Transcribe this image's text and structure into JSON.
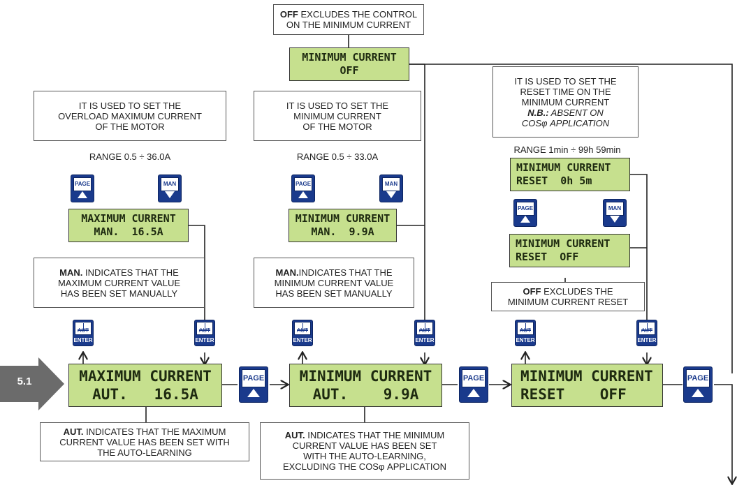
{
  "step_label": "5.1",
  "notes": {
    "off_control": {
      "bold": "OFF",
      "line1": " EXCLUDES THE CONTROL",
      "line2": "ON THE MINIMUM CURRENT"
    },
    "max_current_info": {
      "line1": "IT IS USED TO SET THE",
      "line2": "OVERLOAD MAXIMUM CURRENT",
      "line3": "OF THE MOTOR"
    },
    "min_current_info": {
      "line1": "IT IS USED TO SET THE",
      "line2": "MINIMUM CURRENT",
      "line3": "OF THE MOTOR"
    },
    "reset_time_info": {
      "line1": "IT IS USED TO SET THE",
      "line2": "RESET TIME ON THE",
      "line3": "MINIMUM CURRENT",
      "nb_bold": "N.B.:",
      "nb_rest": " ABSENT ON",
      "nb_line2": "COSφ APPLICATION"
    },
    "max_man_info": {
      "bold": "MAN.",
      "line1": " INDICATES THAT THE",
      "line2": "MAXIMUM CURRENT VALUE",
      "line3": "HAS BEEN SET MANUALLY"
    },
    "min_man_info": {
      "bold": "MAN.",
      "line1": "INDICATES THAT THE",
      "line2": "MINIMUM CURRENT VALUE",
      "line3": "HAS BEEN SET MANUALLY"
    },
    "off_reset_info": {
      "bold": "OFF",
      "line1": " EXCLUDES THE",
      "line2": "MINIMUM CURRENT RESET"
    },
    "max_aut_info": {
      "bold": "AUT.",
      "line1": " INDICATES THAT THE MAXIMUM",
      "line2": "CURRENT VALUE HAS BEEN SET WITH",
      "line3": "THE AUTO-LEARNING"
    },
    "min_aut_info": {
      "bold": "AUT.",
      "line1": " INDICATES THAT THE MINIMUM",
      "line2": "CURRENT VALUE HAS BEEN SET",
      "line3": "WITH THE AUTO-LEARNING,",
      "line4": "EXCLUDING THE COSφ  APPLICATION"
    }
  },
  "ranges": {
    "max": "RANGE 0.5 ÷ 36.0A",
    "min": "RANGE 0.5 ÷ 33.0A",
    "reset": "RANGE 1min ÷ 99h 59min"
  },
  "displays": {
    "min_off": {
      "line1": "MINIMUM CURRENT",
      "line2": "OFF"
    },
    "max_man": {
      "line1": "MAXIMUM CURRENT",
      "line2": "MAN.  16.5A"
    },
    "min_man": {
      "line1": "MINIMUM CURRENT",
      "line2": "MAN.  9.9A"
    },
    "reset_time": {
      "line1": "MINIMUM CURRENT",
      "line2": "RESET  0h 5m"
    },
    "reset_off_small": {
      "line1": "MINIMUM CURRENT",
      "line2": "RESET  OFF"
    },
    "max_aut": {
      "line1": "MAXIMUM CURRENT",
      "line2": "AUT.   16.5A"
    },
    "min_aut": {
      "line1": "MINIMUM CURRENT",
      "line2": "AUT.    9.9A"
    },
    "reset_off": {
      "line1": "MINIMUM CURRENT",
      "line2": "RESET    OFF"
    }
  },
  "keys": {
    "page": "PAGE",
    "man": "MAN",
    "aut": "AUT",
    "enter": "ENTER"
  },
  "colors": {
    "lcd": "#c6e08e",
    "key": "#1a3a8c",
    "step_arrow": "#6b6b6b"
  }
}
